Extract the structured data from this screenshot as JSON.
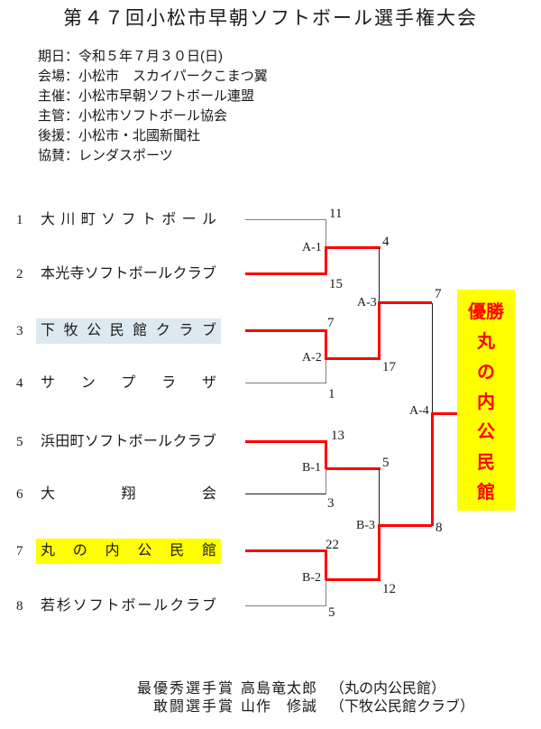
{
  "title": "第４７回小松市早朝ソフトボール選手権大会",
  "info": {
    "lines": [
      "期日：令和５年７月３０日(日)",
      "会場：小松市　スカイパークこまつ翼",
      "主催：小松市早朝ソフトボール連盟",
      "主管：小松市ソフトボール協会",
      "後援：小松市・北國新聞社",
      "協賛：レンダスポーツ"
    ]
  },
  "teams": [
    {
      "seed": "1",
      "name": "大川町ソフトボール",
      "highlight": "none"
    },
    {
      "seed": "2",
      "name": "本光寺ソフトボールクラブ",
      "highlight": "none"
    },
    {
      "seed": "3",
      "name": "下牧公民館クラブ",
      "highlight": "blue"
    },
    {
      "seed": "4",
      "name": "サンプラザ",
      "highlight": "none"
    },
    {
      "seed": "5",
      "name": "浜田町ソフトボールクラブ",
      "highlight": "none"
    },
    {
      "seed": "6",
      "name": "大翔会",
      "highlight": "none"
    },
    {
      "seed": "7",
      "name": "丸の内公民館",
      "highlight": "yellow"
    },
    {
      "seed": "8",
      "name": "若杉ソフトボールクラブ",
      "highlight": "none"
    }
  ],
  "labels": {
    "a1": "A-1",
    "a2": "A-2",
    "a3": "A-3",
    "a4": "A-4",
    "b1": "B-1",
    "b2": "B-2",
    "b3": "B-3"
  },
  "scores": {
    "team1": "11",
    "team2": "15",
    "team3": "7",
    "team4": "1",
    "team5": "13",
    "team6": "3",
    "team7": "22",
    "team8": "5",
    "a1_winner": "4",
    "a2_winner": "17",
    "b1_winner": "5",
    "b2_winner": "12",
    "a3_winner": "7",
    "b3_winner": "8"
  },
  "winner": {
    "caption": "優勝",
    "name": "丸の内公民館",
    "chars": [
      "丸",
      "の",
      "内",
      "公",
      "民",
      "館"
    ]
  },
  "awards": [
    {
      "award": "最優秀選手賞",
      "person": "高島竜太郎",
      "team": "（丸の内公民館）"
    },
    {
      "award": "敢闘選手賞",
      "person": "山作　修誠",
      "team": "（下牧公民館クラブ）"
    }
  ],
  "colors": {
    "winner_path": "#ff0000",
    "loser_line": "#808080",
    "dark_line": "#1a1a1a",
    "highlight_blue": "#dce9f1",
    "highlight_yellow": "#ffff00",
    "winner_text": "#ff0000"
  }
}
